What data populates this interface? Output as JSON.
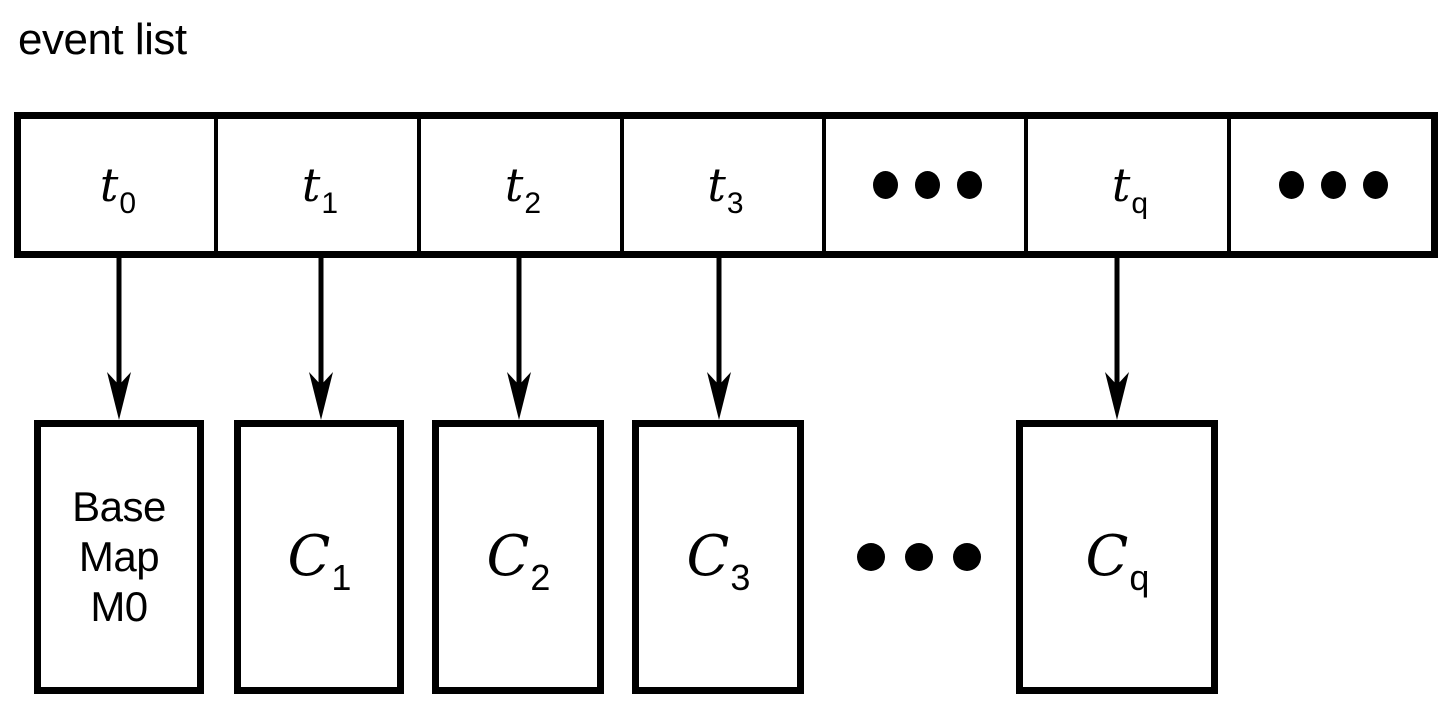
{
  "title": "event list",
  "colors": {
    "stroke": "#000000",
    "background": "#ffffff"
  },
  "event_list": {
    "name": "event list",
    "cells": [
      {
        "kind": "time",
        "base": "t",
        "sub": "0"
      },
      {
        "kind": "time",
        "base": "t",
        "sub": "1"
      },
      {
        "kind": "time",
        "base": "t",
        "sub": "2"
      },
      {
        "kind": "time",
        "base": "t",
        "sub": "3"
      },
      {
        "kind": "ellipsis",
        "base": "",
        "sub": "",
        "label": "• • •"
      },
      {
        "kind": "time",
        "base": "t",
        "sub": "q"
      },
      {
        "kind": "ellipsis",
        "base": "",
        "sub": "",
        "label": "• • •"
      }
    ]
  },
  "arrows": [
    {
      "from": "t0",
      "to": "base-map-m0"
    },
    {
      "from": "t1",
      "to": "c1"
    },
    {
      "from": "t2",
      "to": "c2"
    },
    {
      "from": "t3",
      "to": "c3"
    },
    {
      "from": "tq",
      "to": "cq"
    }
  ],
  "maps": {
    "base_map": {
      "line1": "Base",
      "line2": "Map",
      "line3": "M0"
    },
    "changesets": [
      {
        "base": "C",
        "sub": "1"
      },
      {
        "base": "C",
        "sub": "2"
      },
      {
        "base": "C",
        "sub": "3"
      },
      {
        "base": "C",
        "sub": "q"
      }
    ],
    "ellipsis_label": "• • •"
  }
}
